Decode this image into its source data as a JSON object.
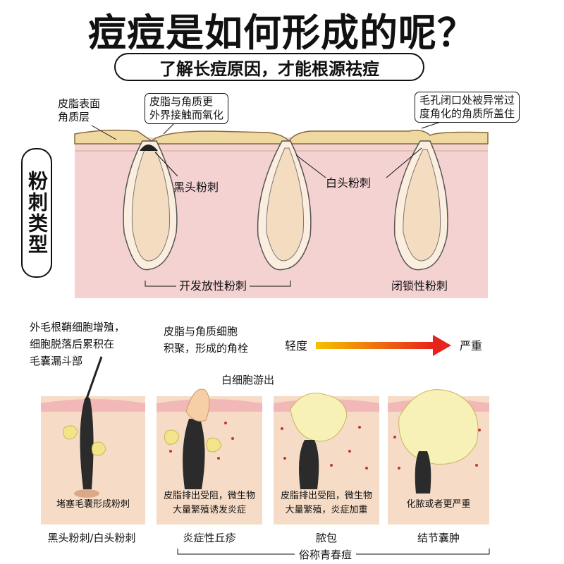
{
  "title": "痘痘是如何形成的呢？",
  "subtitle": "了解长痘原因，才能根源祛痘",
  "side_label": "粉刺类型",
  "top_diagram": {
    "label_sebum_layer": [
      "皮脂表面",
      "角质层"
    ],
    "callout_oxidize": [
      "皮脂与角质更",
      "外界接触而氧化"
    ],
    "callout_closed": [
      "毛孔闭口处被异常过",
      "度角化的角质所盖住"
    ],
    "label_blackhead": "黑头粉刺",
    "label_whitehead": "白头粉刺",
    "label_open": "开发放性粉刺",
    "label_closed": "闭锁性粉刺"
  },
  "bottom_diagram": {
    "note_hair": [
      "外毛根鞘细胞增殖，",
      "细胞脱落后累积在",
      "毛囊漏斗部"
    ],
    "note_plug": [
      "皮脂与角质细胞",
      "积聚，形成的角栓"
    ],
    "note_wbc": "白细胞游出",
    "severity_light": "轻度",
    "severity_heavy": "严重",
    "stages": [
      {
        "caption": [
          "堵塞毛囊形成粉刺"
        ],
        "name": "黑头粉刺/白头粉刺"
      },
      {
        "caption": [
          "皮脂排出受阻，微生物",
          "大量繁殖诱发炎症"
        ],
        "name": "炎症性丘疹"
      },
      {
        "caption": [
          "皮脂排出受阻，微生物",
          "大量繁殖，炎症加重"
        ],
        "name": "脓包"
      },
      {
        "caption": [
          "化脓或者更严重"
        ],
        "name": "结节囊肿"
      }
    ],
    "group_label": "俗称青春痘"
  },
  "colors": {
    "skin_pink": "#f4d2d2",
    "sebum_yellow": "#f0d9a0",
    "follicle_fill": "#fbf0dc",
    "arrow_start": "#f5c200",
    "arrow_end": "#e8231c",
    "tissue_beige": "#f6dcc6"
  }
}
